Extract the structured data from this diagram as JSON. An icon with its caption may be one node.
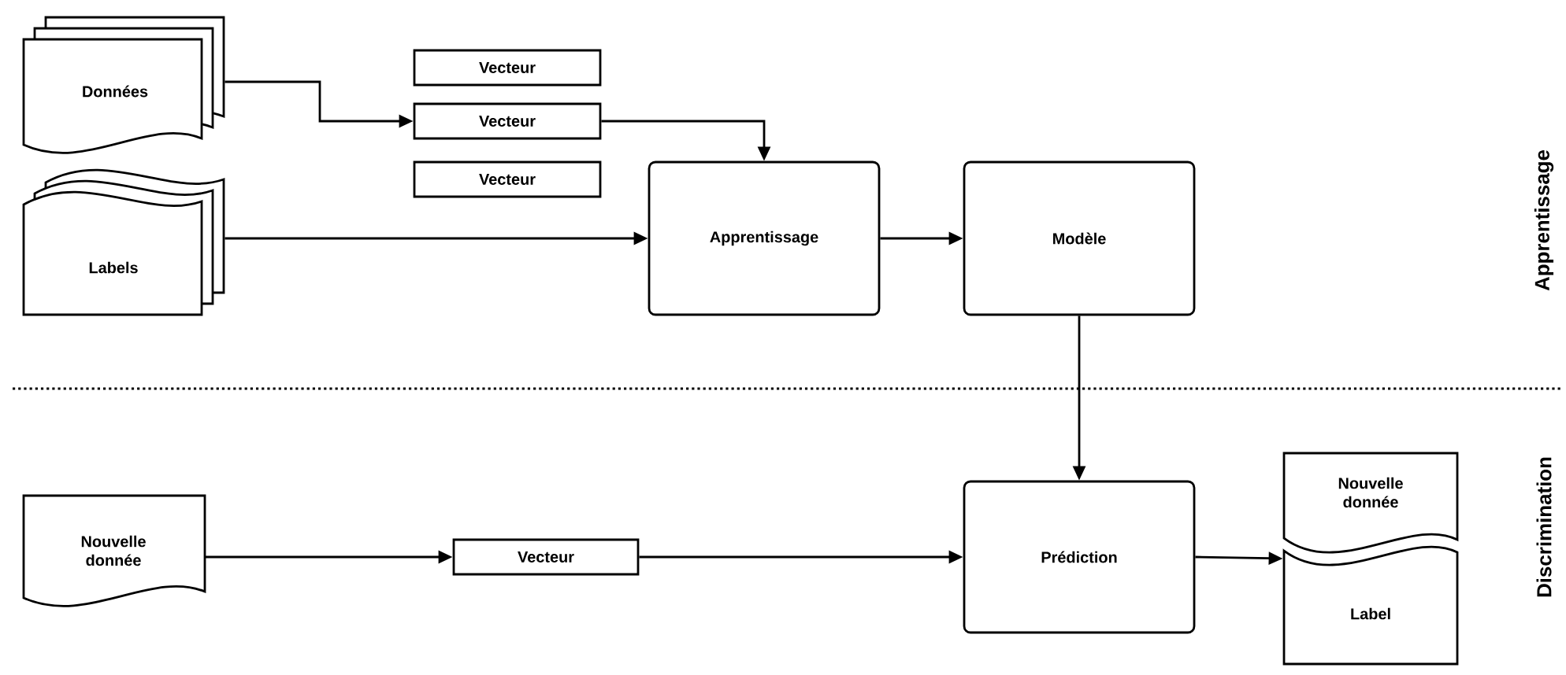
{
  "diagram": {
    "nodes": [
      {
        "text": [
          "Données"
        ]
      },
      {
        "text": [
          "Vecteur"
        ]
      },
      {
        "text": [
          "Vecteur"
        ]
      },
      {
        "text": [
          "Vecteur"
        ]
      },
      {
        "text": [
          "Labels"
        ]
      },
      {
        "text": [
          "Apprentissage"
        ]
      },
      {
        "text": [
          "Modèle"
        ]
      },
      {
        "text": [
          "Nouvelle donnée"
        ]
      },
      {
        "text": [
          "Vecteur"
        ]
      },
      {
        "text": [
          "Prédiction"
        ]
      },
      {
        "text": [
          "Nouvelle donnée",
          "Label"
        ]
      }
    ],
    "edges": [
      {
        "from": 0,
        "to": 2,
        "arrow": "to"
      },
      {
        "from": 2,
        "to": 5,
        "arrow": "to"
      },
      {
        "from": 4,
        "to": 5,
        "arrow": "to"
      },
      {
        "from": 5,
        "to": 6,
        "arrow": "to"
      },
      {
        "from": 6,
        "to": 9,
        "arrow": "to"
      },
      {
        "from": 7,
        "to": 8,
        "arrow": "to"
      },
      {
        "from": 8,
        "to": 9,
        "arrow": "to"
      },
      {
        "from": 9,
        "to": 10,
        "arrow": "to"
      }
    ],
    "labels": [
      "Apprentissage",
      "Discrimination"
    ]
  }
}
